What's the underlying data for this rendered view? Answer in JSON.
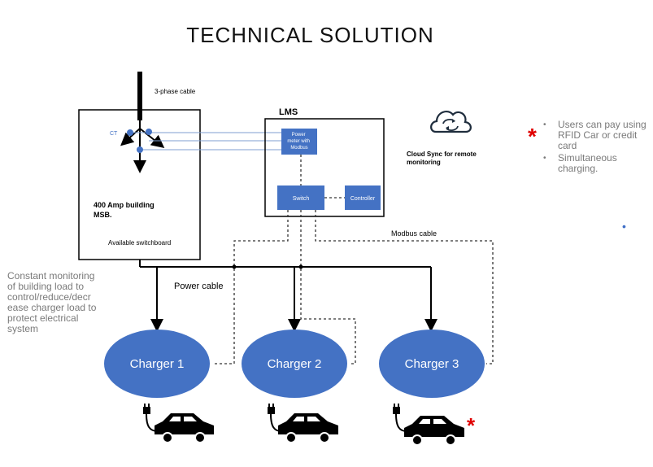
{
  "title": "TECHNICAL SOLUTION",
  "labels": {
    "phase_cable": "3-phase cable",
    "ct": "CT",
    "lms": "LMS",
    "building_msb": "400 Amp building\nMSB.",
    "switchboard": "Available switchboard",
    "power_meter": "Power\nmeter with\nModbus",
    "switch": "Switch",
    "controller": "Controller",
    "cloud_sync": "Cloud Sync for remote\nmonitoring",
    "modbus_cable": "Modbus cable",
    "power_cable": "Power cable",
    "monitoring": "Constant monitoring\nof building load to\ncontrol/reduce/decr\nease charger load to\nprotect  electrical\nsystem"
  },
  "chargers": [
    "Charger 1",
    "Charger 2",
    "Charger 3"
  ],
  "bullets": [
    "Users can pay using RFID Car or credit card",
    "Simultaneous charging."
  ],
  "star_symbol": "*",
  "colors": {
    "charger_fill": "#4472c4",
    "ct_line": "#7f9fd0",
    "lms_box": "#4472c4",
    "star": "#e00000"
  },
  "icons": [
    "cloud-sync-icon",
    "ev-plug-icon",
    "car-icon"
  ]
}
